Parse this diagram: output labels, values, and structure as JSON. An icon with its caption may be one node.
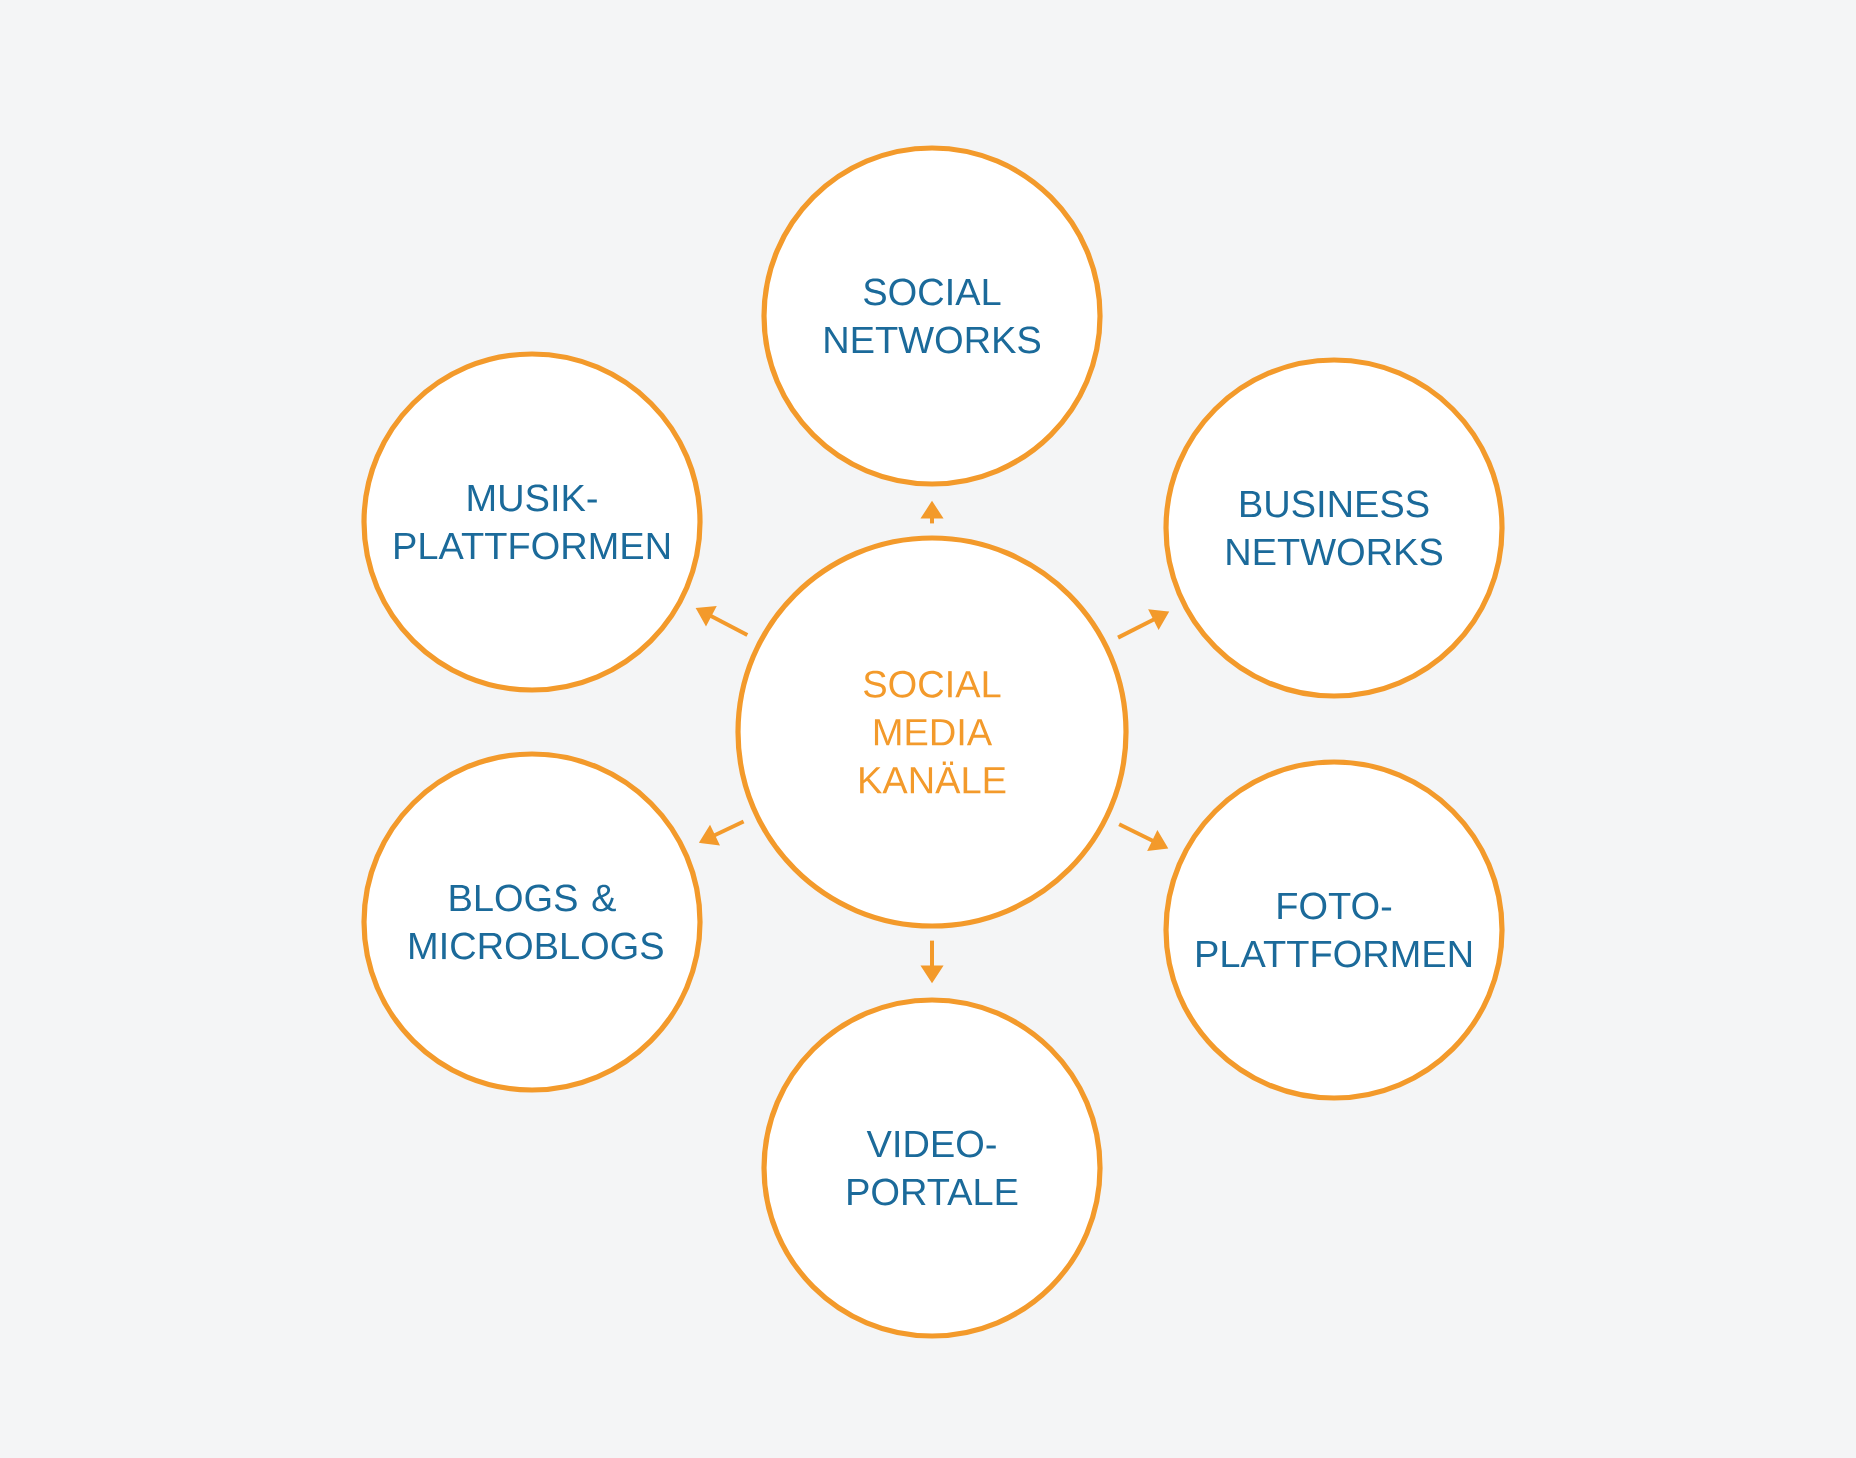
{
  "diagram": {
    "nodes": [
      {
        "text": [
          "SOCIAL MEDIA KANÄLE"
        ]
      },
      {
        "text": [
          "SOCIAL NETWORKS"
        ]
      },
      {
        "text": [
          "BUSINESS NETWORKS"
        ]
      },
      {
        "text": [
          "FOTO-PLATTFORMEN"
        ]
      },
      {
        "text": [
          "VIDEO-PORTALE"
        ]
      },
      {
        "text": [
          "BLOGS & MICROBLOGS"
        ]
      },
      {
        "text": [
          "MUSIK-PLATTFORMEN"
        ]
      }
    ],
    "edges": [
      {
        "from": 0,
        "to": 1,
        "arrow": "to"
      },
      {
        "from": 0,
        "to": 2,
        "arrow": "to"
      },
      {
        "from": 0,
        "to": 3,
        "arrow": "to"
      },
      {
        "from": 0,
        "to": 4,
        "arrow": "to"
      },
      {
        "from": 0,
        "to": 5,
        "arrow": "to"
      },
      {
        "from": 0,
        "to": 6,
        "arrow": "to"
      }
    ]
  }
}
